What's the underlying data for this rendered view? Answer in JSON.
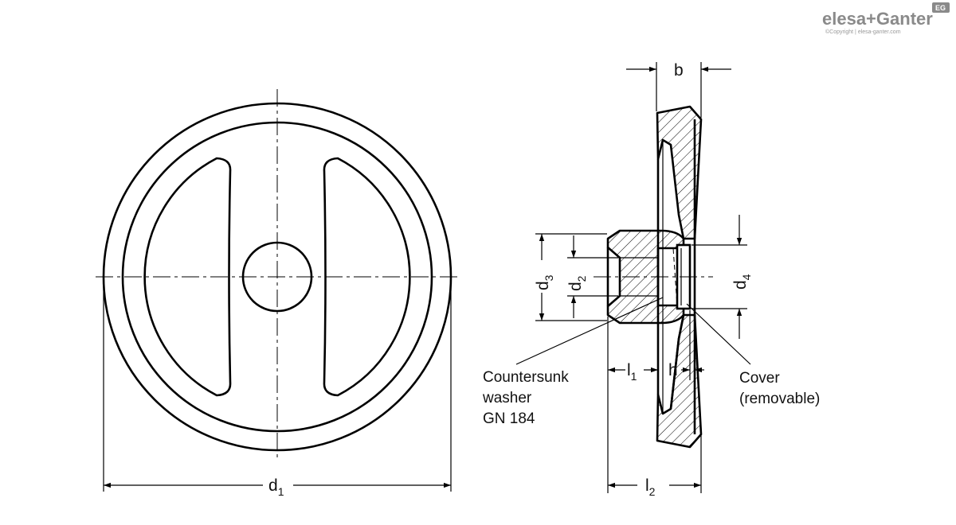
{
  "brand": {
    "logo_text": "elesa+Ganter",
    "logo_badge": "EG",
    "copyright": "©Copyright | elesa-ganter.com"
  },
  "dimensions": {
    "b": "b",
    "d": "d",
    "l": "l",
    "h": "h",
    "sub_1": "1",
    "sub_2": "2",
    "sub_3": "3",
    "sub_4": "4"
  },
  "notes": {
    "washer_line1": "Countersunk",
    "washer_line2": "washer",
    "washer_line3": "GN 184",
    "cover_line1": "Cover",
    "cover_line2": "(removable)"
  },
  "colors": {
    "ink": "#000000",
    "logo_gray": "#8a8a8a",
    "background": "#ffffff"
  }
}
